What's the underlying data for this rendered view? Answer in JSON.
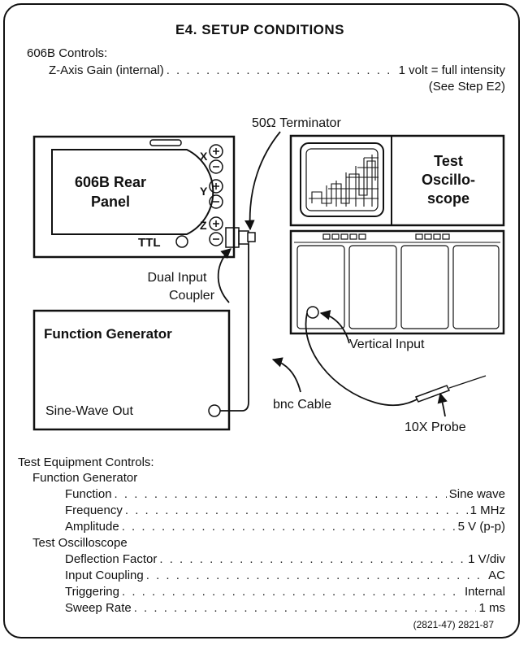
{
  "title": "E4. SETUP CONDITIONS",
  "controls_heading": "606B Controls:",
  "z_axis": {
    "label": "Z-Axis Gain (internal)",
    "value": "1 volt = full intensity",
    "note": "(See Step E2)"
  },
  "diagram": {
    "terminator": "50Ω Terminator",
    "rear_panel": [
      "606B Rear",
      "Panel"
    ],
    "ports": {
      "x": "X",
      "y": "Y",
      "z": "Z",
      "ttl": "TTL",
      "plus": "+",
      "minus": "−"
    },
    "coupler": [
      "Dual Input",
      "Coupler"
    ],
    "scope_label": [
      "Test",
      "Oscillo-",
      "scope"
    ],
    "function_generator": "Function Generator",
    "sine_out": "Sine-Wave Out",
    "vertical_input": "Vertical Input",
    "bnc_cable": "bnc Cable",
    "probe": "10X Probe"
  },
  "equipment_heading": "Test Equipment Controls:",
  "function_generator": {
    "heading": "Function Generator",
    "rows": [
      {
        "label": "Function",
        "value": "Sine wave"
      },
      {
        "label": "Frequency",
        "value": "1 MHz"
      },
      {
        "label": "Amplitude",
        "value": "5 V (p-p)"
      }
    ]
  },
  "oscilloscope": {
    "heading": "Test Oscilloscope",
    "rows": [
      {
        "label": "Deflection Factor",
        "value": "1 V/div"
      },
      {
        "label": "Input Coupling",
        "value": "AC"
      },
      {
        "label": "Triggering",
        "value": "Internal"
      },
      {
        "label": "Sweep Rate",
        "value": "1 ms"
      }
    ]
  },
  "figure_number": "(2821-47) 2821-87"
}
